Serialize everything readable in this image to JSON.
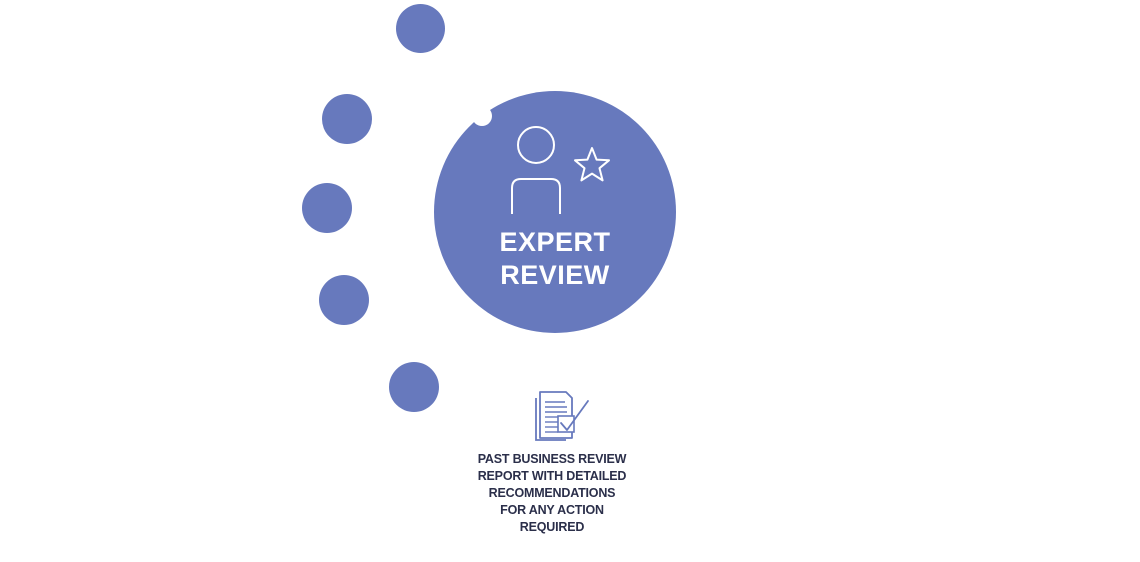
{
  "colors": {
    "accent": "#6779bd",
    "caption_text": "#2b2f4a"
  },
  "main": {
    "title_line1": "EXPERT",
    "title_line2": "REVIEW",
    "icon": "expert-person-star-icon"
  },
  "report": {
    "icon": "document-check-icon",
    "caption_lines": [
      "PAST BUSINESS REVIEW",
      "REPORT WITH DETAILED",
      "RECOMMENDATIONS",
      "FOR ANY ACTION",
      "REQUIRED"
    ]
  }
}
